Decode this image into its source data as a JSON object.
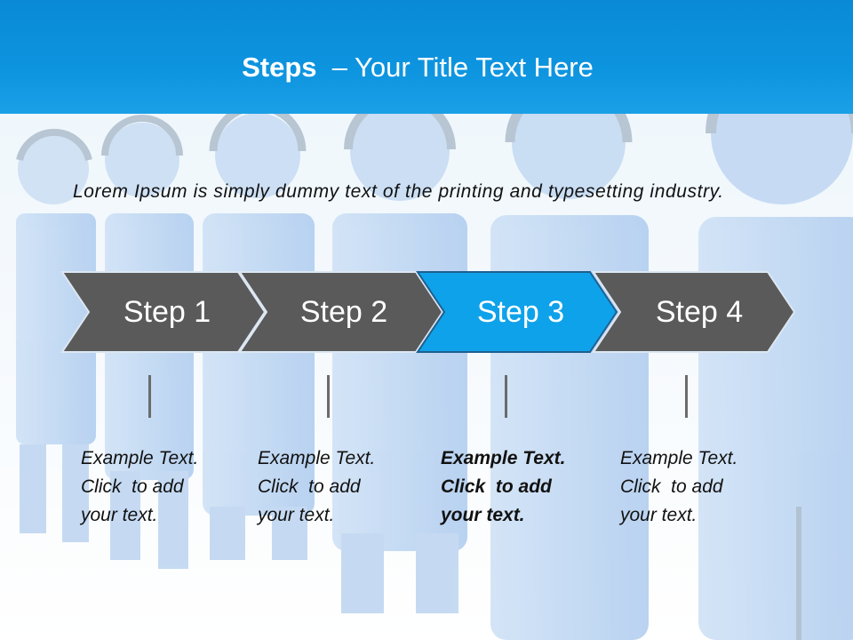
{
  "slide": {
    "title_bold": "Steps",
    "title_rest": "– Your Title Text Here",
    "intro": "Lorem Ipsum is simply dummy text of the printing and typesetting industry.",
    "colors": {
      "header": "#0a8ad6",
      "step": "#5a5a5a",
      "step_active": "#0ea2ea"
    },
    "steps": [
      {
        "label": "Step 1",
        "active": false,
        "lines": [
          "Example Text.",
          "Click  to add",
          "your text."
        ]
      },
      {
        "label": "Step 2",
        "active": false,
        "lines": [
          "Example Text.",
          "Click  to add",
          "your text."
        ]
      },
      {
        "label": "Step 3",
        "active": true,
        "lines": [
          "Example Text.",
          "Click  to add",
          "your text."
        ]
      },
      {
        "label": "Step 4",
        "active": false,
        "lines": [
          "Example Text.",
          "Click  to add",
          "your text."
        ]
      }
    ]
  }
}
